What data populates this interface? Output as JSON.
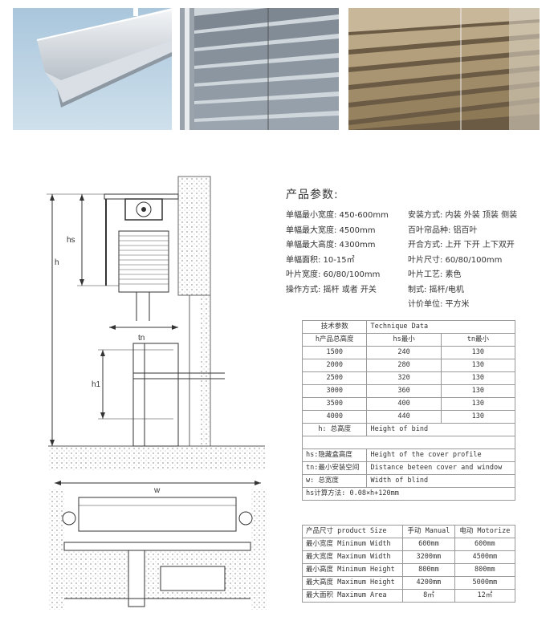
{
  "params": {
    "title": "产品参数:",
    "left": [
      "单幅最小宽度: 450-600mm",
      "单幅最大宽度: 4500mm",
      "单幅最大高度: 4300mm",
      "单幅面积: 10-15㎡",
      "叶片宽度: 60/80/100mm",
      "操作方式: 摇杆 或者 开关"
    ],
    "right": [
      "安装方式: 内装 外装 顶装 侧装",
      "百叶帘品种: 铝百叶",
      "开合方式: 上开 下开 上下双开",
      "叶片尺寸: 60/80/100mm",
      "叶片工艺: 素色",
      "制式: 摇杆/电机",
      "计价单位: 平方米"
    ]
  },
  "diagram_labels": {
    "h": "h",
    "hs": "hs",
    "tn": "tn",
    "h1": "h1",
    "w": "w"
  },
  "table1": {
    "header1": [
      "技术参数",
      "Technique Data"
    ],
    "header2": [
      "h产品总高度",
      "hs最小",
      "tn最小"
    ],
    "rows": [
      [
        "1500",
        "240",
        "130"
      ],
      [
        "2000",
        "280",
        "130"
      ],
      [
        "2500",
        "320",
        "130"
      ],
      [
        "3000",
        "360",
        "130"
      ],
      [
        "3500",
        "400",
        "130"
      ],
      [
        "4000",
        "440",
        "130"
      ]
    ],
    "notes": [
      [
        "h: 总高度",
        "Height of bind"
      ],
      [
        "",
        ""
      ],
      [
        "hs:隐藏盒高度",
        "Height of the cover profile"
      ],
      [
        "tn:最小安装空间",
        "Distance beteen cover and window"
      ],
      [
        "w: 总宽度",
        "Width of blind"
      ],
      [
        "hs计算方法: 0.08×h+120mm",
        ""
      ]
    ]
  },
  "table2": {
    "header": [
      "产品尺寸 product Size",
      "手动 Manual",
      "电动 Motorize"
    ],
    "rows": [
      [
        "最小宽度 Minimum Width",
        "600mm",
        "600mm"
      ],
      [
        "最大宽度 Maximum Width",
        "3200mm",
        "4500mm"
      ],
      [
        "最小高度 Minimum Height",
        "800mm",
        "800mm"
      ],
      [
        "最大高度 Maximum Height",
        "4200mm",
        "5000mm"
      ],
      [
        "最大面积 Maximum Area",
        "8㎡",
        "12㎡"
      ]
    ]
  }
}
